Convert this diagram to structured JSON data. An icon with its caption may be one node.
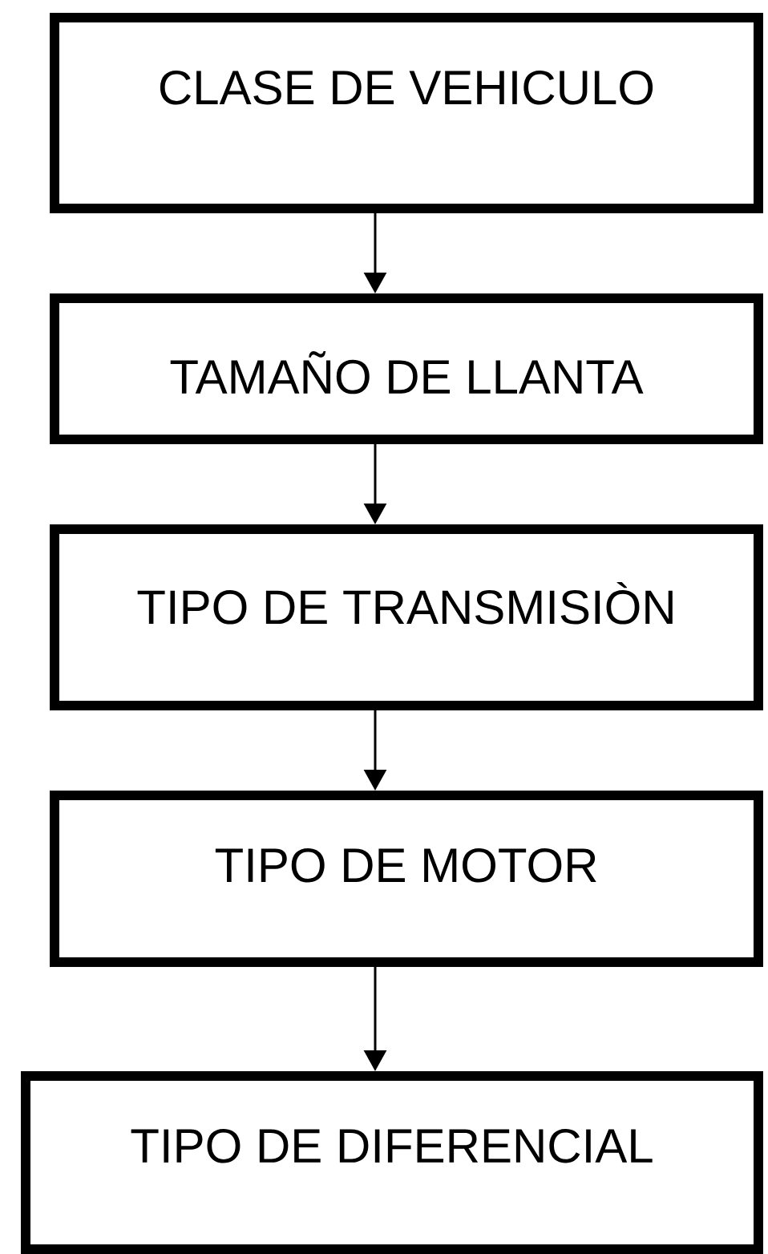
{
  "diagram": {
    "nodes": [
      {
        "text": [
          "CLASE DE VEHICULO"
        ]
      },
      {
        "text": [
          "TAMAÑO DE LLANTA"
        ]
      },
      {
        "text": [
          "TIPO DE TRANSMISIÒN"
        ]
      },
      {
        "text": [
          "TIPO DE MOTOR"
        ]
      },
      {
        "text": [
          "TIPO DE DIFERENCIAL"
        ]
      }
    ],
    "edges": [
      {
        "from": 0,
        "to": 1,
        "arrow": "to"
      },
      {
        "from": 1,
        "to": 2,
        "arrow": "to"
      },
      {
        "from": 2,
        "to": 3,
        "arrow": "to"
      },
      {
        "from": 3,
        "to": 4,
        "arrow": "to"
      }
    ]
  }
}
